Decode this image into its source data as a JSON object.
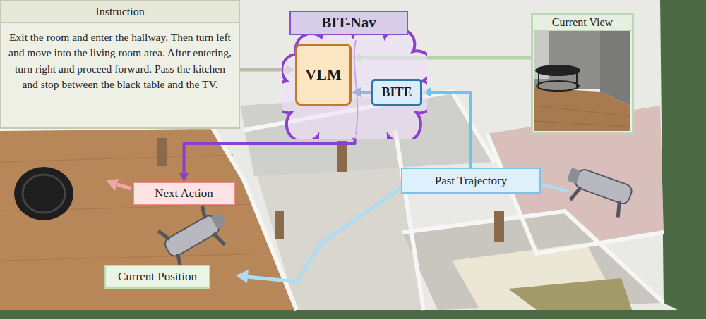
{
  "diagram": {
    "nodes": [
      {
        "text": [
          "Instruction",
          "Exit the room and enter the hallway. Then turn left and move into the living room area. After entering, turn right and proceed forward. Pass the kitchen and stop between the black table and the TV."
        ]
      },
      {
        "text": [
          "BIT-Nav"
        ]
      },
      {
        "text": [
          "VLM"
        ],
        "in": 1
      },
      {
        "text": [
          "BITE"
        ],
        "in": 1
      },
      {
        "text": [
          "Current View"
        ]
      },
      {
        "text": [
          "Next Action"
        ]
      },
      {
        "text": [
          "Past Trajectory"
        ]
      },
      {
        "text": [
          "Current Position"
        ]
      }
    ],
    "edges": [
      {
        "from": 0,
        "to": 2,
        "arrow": "to"
      },
      {
        "from": 4,
        "to": 2,
        "arrow": "to"
      },
      {
        "from": 3,
        "to": 2,
        "arrow": "to"
      },
      {
        "from": 6,
        "to": 3,
        "arrow": "to"
      },
      {
        "from": 1,
        "to": 5,
        "arrow": "to"
      }
    ]
  }
}
